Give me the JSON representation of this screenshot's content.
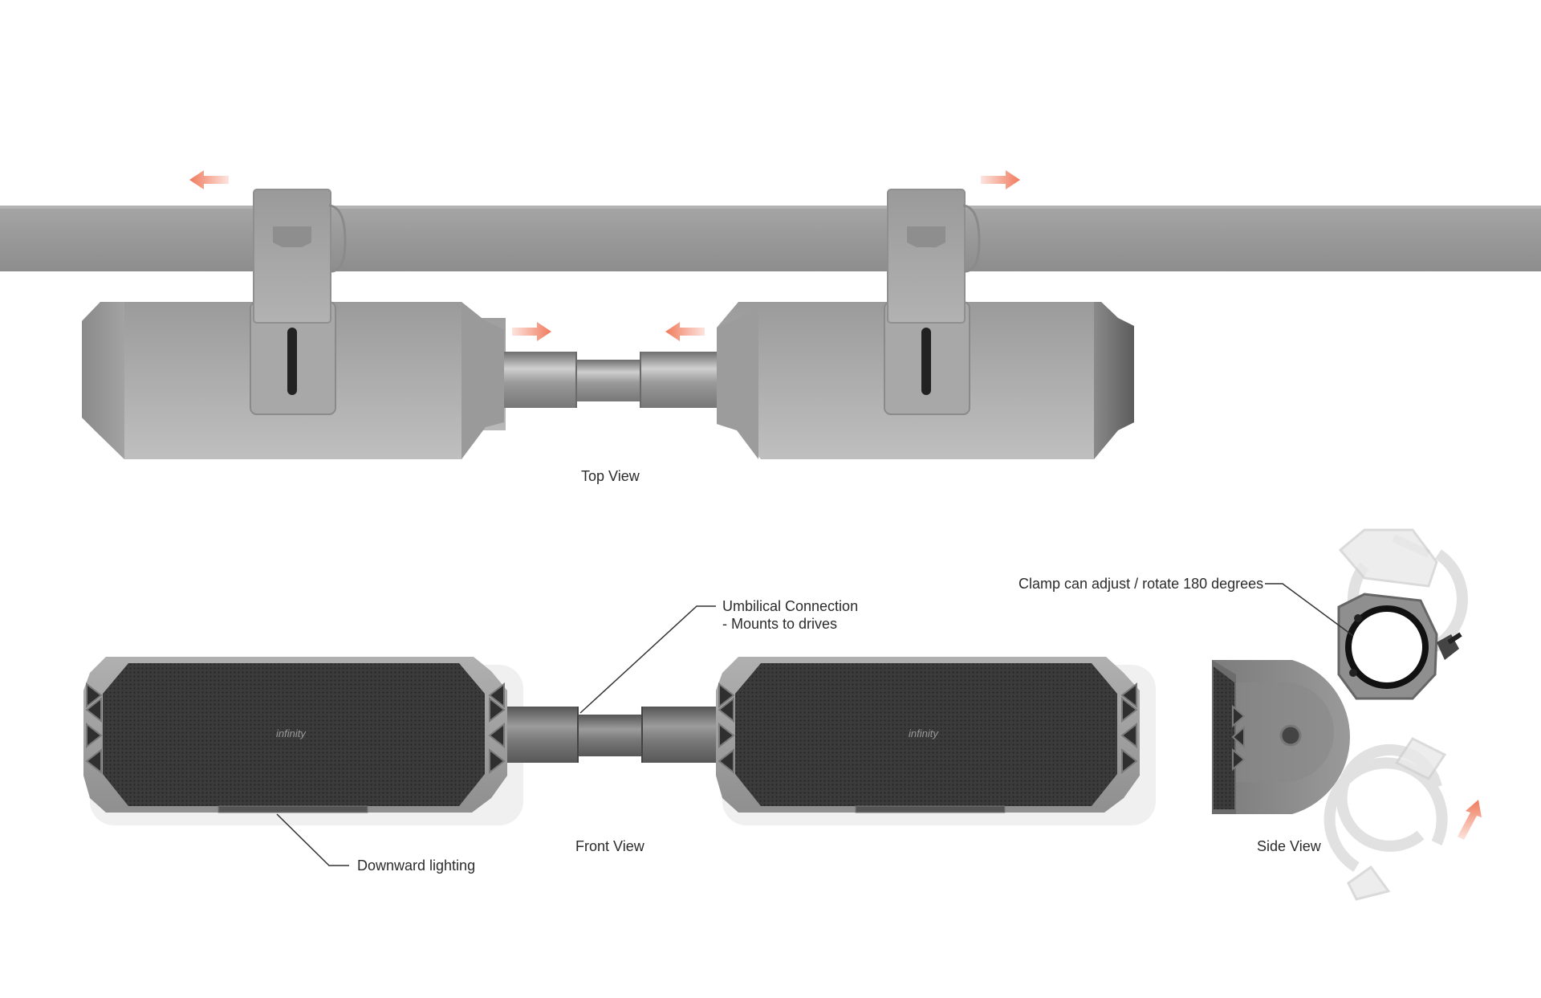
{
  "labels": {
    "top_view": "Top View",
    "front_view": "Front View",
    "side_view": "Side View",
    "umbilical_line1": "Umbilical Connection",
    "umbilical_line2": "- Mounts to drives",
    "downward_lighting": "Downward lighting",
    "clamp_note": "Clamp can adjust / rotate 180 degrees",
    "brand_mark": "infinity"
  },
  "colors": {
    "background": "#ffffff",
    "rail": "#9d9d9d",
    "body_gray": "#a6a6a6",
    "grille_dark": "#3a3a3a",
    "arrow_orange": "#f07a5c",
    "leader_line": "#333333"
  },
  "icons": {
    "direction_arrow": "arrow-icon"
  }
}
